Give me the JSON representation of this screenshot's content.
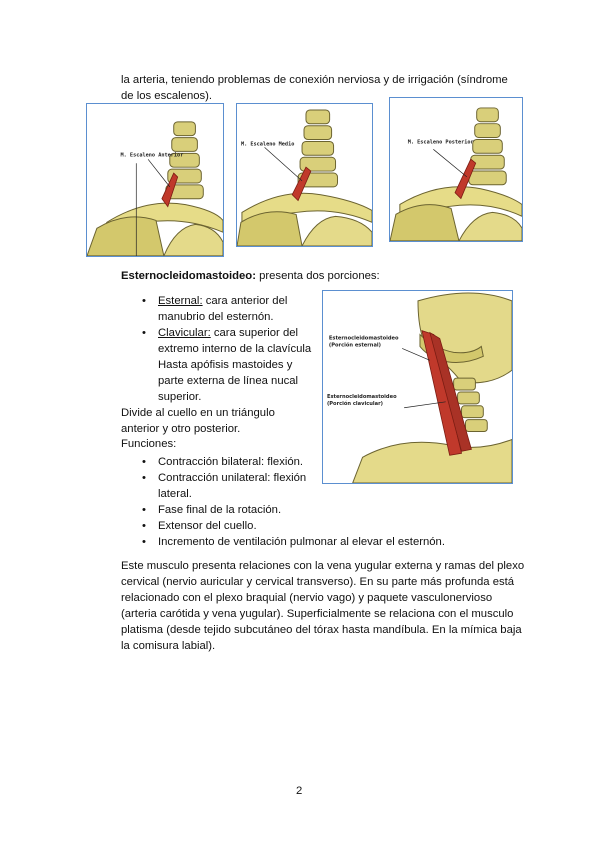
{
  "intro": {
    "line1": "la arteria, teniendo problemas de conexión nerviosa y de irrigación (síndrome",
    "line2": "de los escalenos)."
  },
  "figures": {
    "scalene_anterior_label": "M. Escaleno Anterior",
    "scalene_middle_label": "M. Escaleno Medio",
    "scalene_posterior_label": "M. Escaleno Posterior",
    "scm_sternal_label_1": "Esternocleidomastoideo",
    "scm_sternal_label_2": "(Porción esternal)",
    "scm_clavicular_label_1": "Esternocleidomastoideo",
    "scm_clavicular_label_2": "(Porción clavicular)"
  },
  "scm": {
    "heading": "Esternocleidomastoideo:",
    "heading_rest": " presenta dos porciones:",
    "portions": [
      {
        "term": "Esternal:",
        "lines": [
          " cara anterior del",
          "manubrio del esternón."
        ]
      },
      {
        "term": "Clavicular:",
        "lines": [
          " cara superior del",
          "extremo interno de la clavícula",
          "Hasta apófisis mastoides y",
          "parte externa de línea nucal",
          "superior."
        ]
      }
    ],
    "divide_line1": "Divide al cuello en un triángulo",
    "divide_line2": "anterior y otro posterior.",
    "functions_label": "Funciones:",
    "functions": [
      [
        "Contracción bilateral: flexión."
      ],
      [
        "Contracción unilateral: flexión",
        "lateral."
      ],
      [
        "Fase final de la rotación."
      ],
      [
        "Extensor del cuello."
      ],
      [
        "Incremento de ventilación pulmonar al elevar el esternón."
      ]
    ]
  },
  "relations": {
    "lines": [
      "Este musculo presenta relaciones con la vena yugular externa y ramas del plexo",
      "cervical (nervio auricular y cervical transverso). En su parte más profunda está",
      "relacionado con el plexo braquial (nervio vago) y paquete vasculonervioso",
      "(arteria carótida y vena yugular). Superficialmente se relaciona con el musculo",
      "platisma (desde tejido subcutáneo del tórax hasta mandíbula. En la mímica baja",
      "la comisura labial)."
    ]
  },
  "page_number": "2",
  "bullet_glyph": "•"
}
